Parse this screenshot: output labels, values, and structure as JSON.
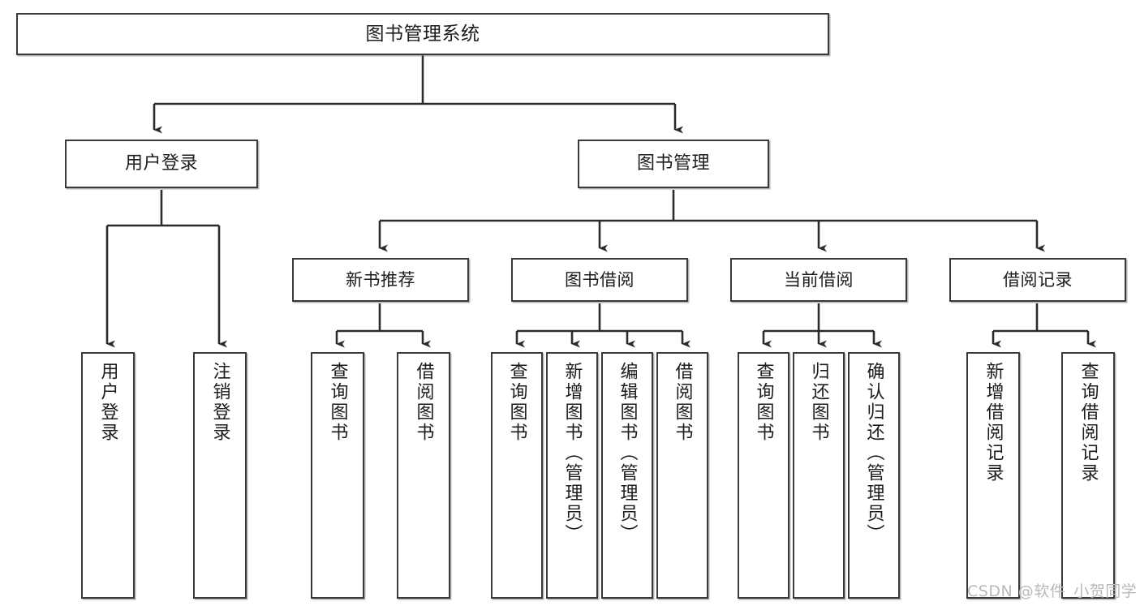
{
  "diagram": {
    "type": "tree",
    "title": "图书管理系统",
    "watermark": "CSDN @软件_小贺同学",
    "colors": {
      "box_border": "#3a3a3a",
      "box_fill": "#ffffff",
      "edge": "#2b2b2b",
      "text": "#1c1c1c",
      "watermark": "#b9b9b9",
      "background": "#ffffff"
    },
    "root": {
      "label": "图书管理系统"
    },
    "level1": [
      {
        "label": "用户登录"
      },
      {
        "label": "图书管理"
      }
    ],
    "level2": [
      {
        "label": "新书推荐"
      },
      {
        "label": "图书借阅"
      },
      {
        "label": "当前借阅"
      },
      {
        "label": "借阅记录"
      }
    ],
    "leaves": {
      "user_login": [
        {
          "label": "用户登录"
        },
        {
          "label": "注销登录"
        }
      ],
      "new_book_recommend": [
        {
          "label": "查询图书"
        },
        {
          "label": "借阅图书"
        }
      ],
      "book_borrow": [
        {
          "label": "查询图书"
        },
        {
          "label": "新增图书（管理员）"
        },
        {
          "label": "编辑图书（管理员）"
        },
        {
          "label": "借阅图书"
        }
      ],
      "current_borrow": [
        {
          "label": "查询图书"
        },
        {
          "label": "归还图书"
        },
        {
          "label": "确认归还（管理员）"
        }
      ],
      "borrow_record": [
        {
          "label": "新增借阅记录"
        },
        {
          "label": "查询借阅记录"
        }
      ]
    }
  }
}
